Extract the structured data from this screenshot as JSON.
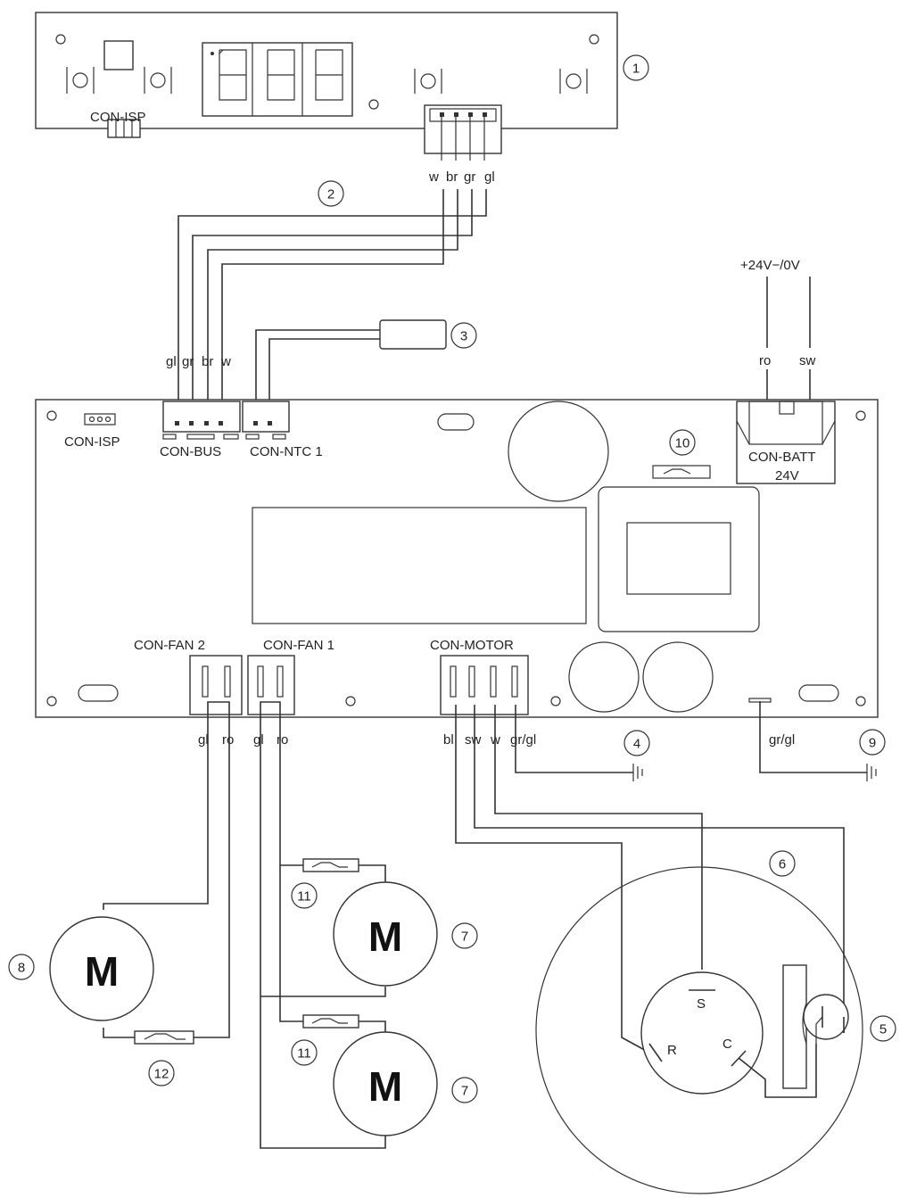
{
  "display_board": {
    "connector_label": "CON-ISP",
    "wire_labels": [
      "w",
      "br",
      "gr",
      "gl"
    ]
  },
  "main_board": {
    "connectors": {
      "isp": "CON-ISP",
      "bus": "CON-BUS",
      "ntc": "CON-NTC 1",
      "batt_line1": "CON-BATT",
      "batt_line2": "24V",
      "fan2": "CON-FAN 2",
      "fan1": "CON-FAN 1",
      "motor": "CON-MOTOR"
    },
    "bus_wire_labels": [
      "gl",
      "gr",
      "br",
      "w"
    ],
    "batt_wire_labels": [
      "ro",
      "sw"
    ],
    "supply_label": "+24V−/0V",
    "fan2_wire_labels": [
      "gl",
      "ro"
    ],
    "fan1_wire_labels": [
      "gl",
      "ro"
    ],
    "motor_wire_labels": [
      "bl",
      "sw",
      "w",
      "gr/gl"
    ],
    "ground_wire_label": "gr/gl"
  },
  "compressor": {
    "terminal_s": "S",
    "terminal_r": "R",
    "terminal_c": "C"
  },
  "motor_symbol": "M",
  "callouts": [
    "1",
    "2",
    "3",
    "4",
    "5",
    "6",
    "7",
    "8",
    "9",
    "10",
    "11",
    "12"
  ]
}
